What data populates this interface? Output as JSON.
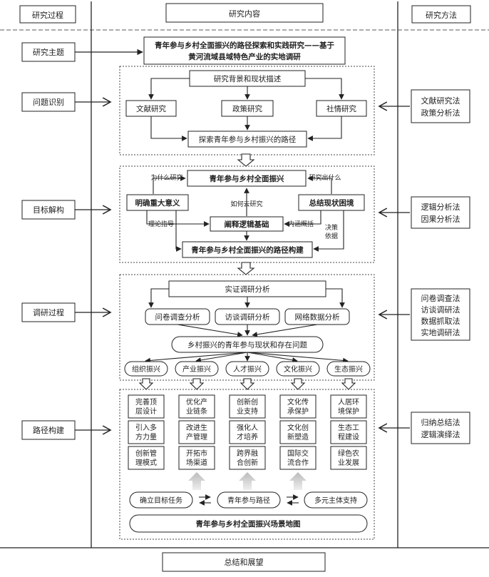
{
  "headers": {
    "process": "研究过程",
    "content": "研究内容",
    "method": "研究方法"
  },
  "stages": [
    "研究主题",
    "问题识别",
    "目标解构",
    "调研过程",
    "路径构建"
  ],
  "title": {
    "line1": "青年参与乡村全面振兴的路径探索和实践研究——基于",
    "line2": "黄河流域县域特色产业的实地调研"
  },
  "methods": {
    "identify": [
      "文献研究法",
      "政策分析法"
    ],
    "decompose": [
      "逻辑分析法",
      "因果分析法"
    ],
    "survey": [
      "问卷调查法",
      "访谈调研法",
      "数据抓取法",
      "实地调研法"
    ],
    "path": [
      "归纳总结法",
      "逻辑演绎法"
    ]
  },
  "identify": {
    "top": "研究背景和现状描述",
    "items": [
      "文献研究",
      "政策研究",
      "社情研究"
    ],
    "bottom": "探索青年参与乡村振兴的路径"
  },
  "decompose": {
    "top": "青年参与乡村全面振兴",
    "left": "明确重大意义",
    "right": "总结现状困境",
    "center": "阐释逻辑基础",
    "bottom": "青年参与乡村全面振兴的路径构建",
    "labels": {
      "why": "为什么研究",
      "what": "研究出什么",
      "how": "如何去研究",
      "theory": "理论指导",
      "connotation": "内涵概括",
      "decision1": "决策",
      "decision2": "依据"
    }
  },
  "survey": {
    "top": "实证调研分析",
    "items": [
      "问卷调查分析",
      "访谈调研分析",
      "网络数据分析"
    ],
    "bottom": "乡村振兴的青年参与现状和存在问题",
    "revitalize": [
      "组织振兴",
      "产业振兴",
      "人才振兴",
      "文化振兴",
      "生态振兴"
    ]
  },
  "path": {
    "grid": [
      [
        [
          "完善顶",
          "层设计"
        ],
        [
          "优化产",
          "业链条"
        ],
        [
          "创新创",
          "业支持"
        ],
        [
          "文化传",
          "承保护"
        ],
        [
          "人居环",
          "境保护"
        ]
      ],
      [
        [
          "引入多",
          "方力量"
        ],
        [
          "改进生",
          "产管理"
        ],
        [
          "强化人",
          "才培养"
        ],
        [
          "文化创",
          "新塑造"
        ],
        [
          "生态工",
          "程建设"
        ]
      ],
      [
        [
          "创新管",
          "理模式"
        ],
        [
          "开拓市",
          "场渠道"
        ],
        [
          "跨界融",
          "合创新"
        ],
        [
          "国际交",
          "流合作"
        ],
        [
          "绿色农",
          "业发展"
        ]
      ]
    ],
    "pills": [
      "确立目标任务",
      "青年参与路径",
      "多元主体支持"
    ],
    "map": "青年参与乡村全面振兴场景地图"
  },
  "footer": "总结和展望"
}
